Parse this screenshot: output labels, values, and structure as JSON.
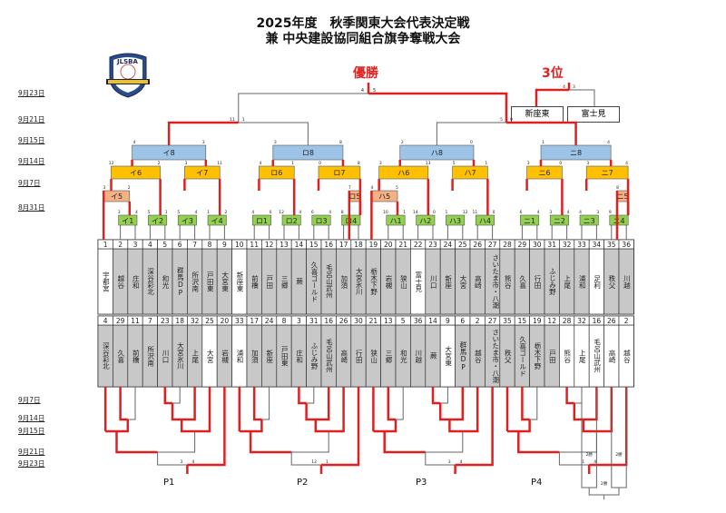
{
  "title": {
    "line1": "2025年度　秋季関東大会代表決定戦",
    "line2": "兼 中央建設協同組合旗争奪戦大会"
  },
  "logo": {
    "text": "JLSBA",
    "icon": "shield-logo-icon"
  },
  "labels": {
    "champion": "優勝",
    "third": "3位"
  },
  "third_place": {
    "teams": [
      "新座東",
      "富士見"
    ],
    "scores": [
      "4",
      "3"
    ]
  },
  "final": {
    "scores": [
      "4",
      "5"
    ]
  },
  "dates_top": [
    "9月23日",
    "9月21日",
    "9月15日",
    "9月14日",
    "9月7日",
    "8月31日"
  ],
  "dates_bottom": [
    "9月7日",
    "9月14日",
    "9月15日",
    "9月21日",
    "9月23日"
  ],
  "top_matches": {
    "semis": [
      {
        "scores": [
          "11",
          "1"
        ]
      },
      {
        "scores": [
          "5",
          "9"
        ]
      }
    ],
    "block8": [
      {
        "name": "イ8",
        "scores": [
          "4",
          "3"
        ]
      },
      {
        "name": "ロ8",
        "scores": [
          "3",
          "8"
        ]
      },
      {
        "name": "ハ8",
        "scores": [
          "2",
          "0"
        ]
      },
      {
        "name": "ニ8",
        "scores": [
          "1",
          "4"
        ]
      }
    ],
    "round6_7": [
      {
        "name": "イ6",
        "scores": [
          "12",
          "2"
        ]
      },
      {
        "name": "イ7",
        "scores": [
          "3",
          "11"
        ]
      },
      {
        "name": "ロ6",
        "scores": [
          "4",
          "1"
        ]
      },
      {
        "name": "ロ7",
        "scores": [
          "0",
          "8"
        ]
      },
      {
        "name": "ハ6",
        "scores": [
          "3",
          "13"
        ]
      },
      {
        "name": "ハ7",
        "scores": [
          "5",
          "1"
        ]
      },
      {
        "name": "ニ6",
        "scores": [
          "3",
          "0"
        ]
      },
      {
        "name": "ニ7",
        "scores": [
          "3",
          "4"
        ]
      }
    ],
    "round5": [
      {
        "name": "イ5",
        "scores": [
          "3",
          "2"
        ]
      },
      {
        "name": "ロ5",
        "scores": [
          "7",
          "1"
        ]
      },
      {
        "name": "ハ5",
        "scores": [
          "4",
          "5"
        ]
      },
      {
        "name": "ニ5",
        "scores": [
          "8",
          "1"
        ]
      }
    ],
    "round1": [
      {
        "name": "イ1",
        "scores": [
          "3",
          "4"
        ]
      },
      {
        "name": "イ2",
        "scores": [
          "5",
          "1"
        ]
      },
      {
        "name": "イ3",
        "scores": [
          "5",
          "4"
        ]
      },
      {
        "name": "イ4",
        "scores": [
          "1",
          "2"
        ]
      },
      {
        "name": "ロ1",
        "scores": [
          "4",
          "0"
        ]
      },
      {
        "name": "ロ2",
        "scores": [
          "12",
          "4"
        ]
      },
      {
        "name": "ロ3",
        "scores": [
          "6",
          "4"
        ]
      },
      {
        "name": "ロ4",
        "scores": [
          "8",
          "3"
        ]
      },
      {
        "name": "ハ1",
        "scores": [
          "10",
          "1"
        ]
      },
      {
        "name": "ハ2",
        "scores": [
          "14",
          "0"
        ]
      },
      {
        "name": "ハ3",
        "scores": [
          "1",
          "12"
        ]
      },
      {
        "name": "ハ4",
        "scores": [
          "11",
          "0"
        ]
      },
      {
        "name": "ニ1",
        "scores": [
          "6",
          "4"
        ]
      },
      {
        "name": "ニ2",
        "scores": [
          "3",
          "4"
        ]
      },
      {
        "name": "ニ3",
        "scores": [
          "4",
          "3"
        ]
      },
      {
        "name": "ニ4",
        "scores": [
          "9",
          "3"
        ]
      }
    ]
  },
  "top_teams": [
    {
      "no": "1",
      "name": "宇都宮",
      "highlight": true
    },
    {
      "no": "2",
      "name": "越谷"
    },
    {
      "no": "3",
      "name": "庄和"
    },
    {
      "no": "4",
      "name": "深谷彩北"
    },
    {
      "no": "5",
      "name": "和光"
    },
    {
      "no": "6",
      "name": "群馬DP"
    },
    {
      "no": "7",
      "name": "所沢南"
    },
    {
      "no": "8",
      "name": "戸田東"
    },
    {
      "no": "9",
      "name": "大宮東"
    },
    {
      "no": "10",
      "name": "新座東",
      "highlight": true
    },
    {
      "no": "11",
      "name": "前橋"
    },
    {
      "no": "12",
      "name": "戸田"
    },
    {
      "no": "13",
      "name": "三郷"
    },
    {
      "no": "14",
      "name": "蕨"
    },
    {
      "no": "15",
      "name": "久喜ゴールド"
    },
    {
      "no": "16",
      "name": "毛呂山武州"
    },
    {
      "no": "17",
      "name": "加須"
    },
    {
      "no": "18",
      "name": "大宮氷川"
    },
    {
      "no": "19",
      "name": "栃木下野"
    },
    {
      "no": "20",
      "name": "岩槻"
    },
    {
      "no": "21",
      "name": "狭山"
    },
    {
      "no": "22",
      "name": "富士見",
      "highlight": true
    },
    {
      "no": "23",
      "name": "川口"
    },
    {
      "no": "24",
      "name": "新座"
    },
    {
      "no": "25",
      "name": "大宮"
    },
    {
      "no": "26",
      "name": "高崎"
    },
    {
      "no": "27",
      "name": "さいたま市・八潮"
    },
    {
      "no": "28",
      "name": "熊谷"
    },
    {
      "no": "29",
      "name": "久喜"
    },
    {
      "no": "30",
      "name": "行田"
    },
    {
      "no": "31",
      "name": "ふじみ野"
    },
    {
      "no": "32",
      "name": "上尾"
    },
    {
      "no": "33",
      "name": "浦和"
    },
    {
      "no": "34",
      "name": "足利",
      "highlight": true
    },
    {
      "no": "35",
      "name": "秩父"
    },
    {
      "no": "36",
      "name": "川越"
    }
  ],
  "bottom_teams": [
    {
      "no": "4",
      "name": "深谷彩北"
    },
    {
      "no": "29",
      "name": "久喜"
    },
    {
      "no": "11",
      "name": "前橋"
    },
    {
      "no": "7",
      "name": "所沢南"
    },
    {
      "no": "23",
      "name": "川口"
    },
    {
      "no": "18",
      "name": "大宮氷川"
    },
    {
      "no": "32",
      "name": "上尾"
    },
    {
      "no": "25",
      "name": "大宮",
      "highlight": true
    },
    {
      "no": "20",
      "name": "岩槻"
    },
    {
      "no": "33",
      "name": "浦和",
      "highlight": true
    },
    {
      "no": "17",
      "name": "加須"
    },
    {
      "no": "24",
      "name": "新座"
    },
    {
      "no": "8",
      "name": "戸田東"
    },
    {
      "no": "3",
      "name": "庄和"
    },
    {
      "no": "31",
      "name": "ふじみ野"
    },
    {
      "no": "16",
      "name": "毛呂山武州"
    },
    {
      "no": "26",
      "name": "高崎"
    },
    {
      "no": "30",
      "name": "行田"
    },
    {
      "no": "21",
      "name": "狭山"
    },
    {
      "no": "13",
      "name": "三郷"
    },
    {
      "no": "5",
      "name": "和光"
    },
    {
      "no": "36",
      "name": "川越"
    },
    {
      "no": "14",
      "name": "蕨"
    },
    {
      "no": "9",
      "name": "大宮東",
      "highlight": true
    },
    {
      "no": "6",
      "name": "群馬DP"
    },
    {
      "no": "2",
      "name": "越谷"
    },
    {
      "no": "27",
      "name": "さいたま市・八潮"
    },
    {
      "no": "35",
      "name": "秩父"
    },
    {
      "no": "15",
      "name": "久喜ゴールド"
    },
    {
      "no": "19",
      "name": "栃木下野"
    },
    {
      "no": "12",
      "name": "戸田"
    },
    {
      "no": "28",
      "name": "熊谷",
      "highlight": true
    },
    {
      "no": "32",
      "name": "上尾",
      "highlight": true
    },
    {
      "no": "16",
      "name": "毛呂山武州",
      "highlight": true
    },
    {
      "no": "26",
      "name": "高崎",
      "highlight": true
    },
    {
      "no": "2",
      "name": "越谷",
      "highlight": true
    }
  ],
  "pools": [
    {
      "name": "P1",
      "final_scores": [
        "3",
        "4"
      ]
    },
    {
      "name": "P2",
      "final_scores": [
        "12",
        "1"
      ]
    },
    {
      "name": "P3",
      "final_scores": [
        "3",
        "4"
      ]
    },
    {
      "name": "P4",
      "final_scores": [
        "1",
        "4"
      ]
    }
  ],
  "side_pool": {
    "labels": [
      "2勝",
      "2勝",
      "2勝"
    ]
  },
  "colors": {
    "red": "#e02020",
    "block8": "#9dc3e6",
    "round67": "#ffc000",
    "round5": "#f4b183",
    "round1": "#92d050",
    "gray_cell": "#c8c8c8"
  }
}
